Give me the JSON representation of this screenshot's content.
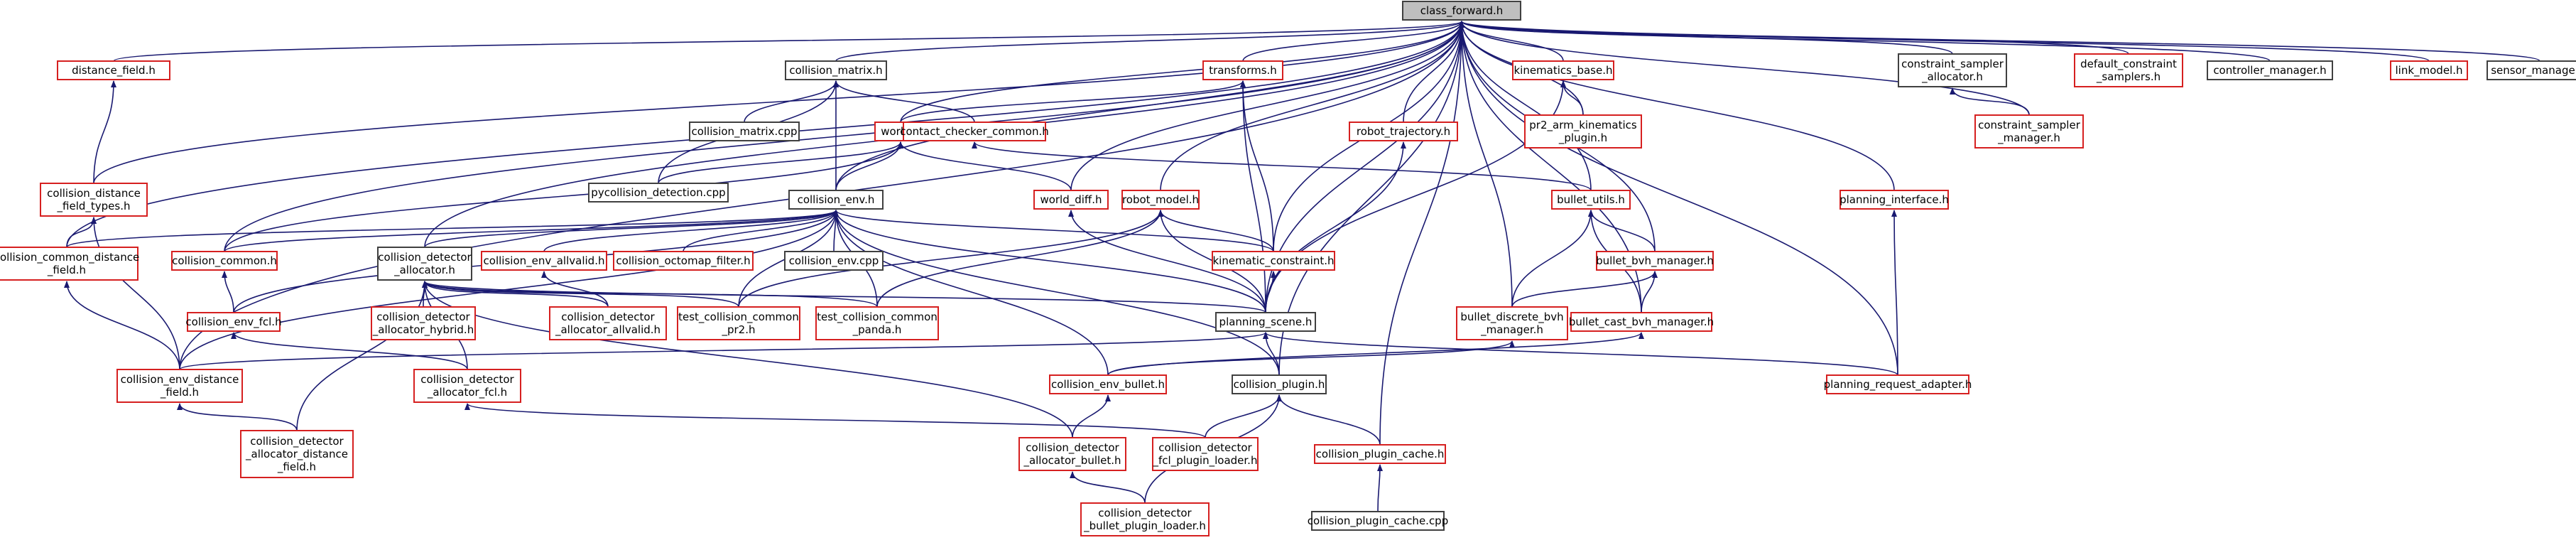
{
  "colors": {
    "edge": "#191970",
    "border_black": "#404040",
    "border_red": "#d62020",
    "root_fill": "#bfbfbf"
  },
  "nodes": [
    {
      "id": "class_forward",
      "lines": [
        "class_forward.h"
      ],
      "style": "root"
    },
    {
      "id": "distance_field",
      "lines": [
        "distance_field.h"
      ],
      "style": "red"
    },
    {
      "id": "collision_matrix",
      "lines": [
        "collision_matrix.h"
      ],
      "style": "black"
    },
    {
      "id": "transforms",
      "lines": [
        "transforms.h"
      ],
      "style": "red"
    },
    {
      "id": "kinematics_base",
      "lines": [
        "kinematics_base.h"
      ],
      "style": "red"
    },
    {
      "id": "constraint_sampler_allocator",
      "lines": [
        "constraint_sampler",
        "_allocator.h"
      ],
      "style": "black"
    },
    {
      "id": "default_constraint_samplers",
      "lines": [
        "default_constraint",
        "_samplers.h"
      ],
      "style": "red"
    },
    {
      "id": "controller_manager",
      "lines": [
        "controller_manager.h"
      ],
      "style": "black"
    },
    {
      "id": "link_model",
      "lines": [
        "link_model.h"
      ],
      "style": "red"
    },
    {
      "id": "sensor_manager",
      "lines": [
        "sensor_manager.h"
      ],
      "style": "black"
    },
    {
      "id": "collision_matrix_cpp",
      "lines": [
        "collision_matrix.cpp"
      ],
      "style": "black"
    },
    {
      "id": "world",
      "lines": [
        "world.h"
      ],
      "style": "red"
    },
    {
      "id": "contact_checker_common",
      "lines": [
        "contact_checker_common.h"
      ],
      "style": "red"
    },
    {
      "id": "robot_trajectory",
      "lines": [
        "robot_trajectory.h"
      ],
      "style": "red"
    },
    {
      "id": "pr2_arm_kinematics",
      "lines": [
        "pr2_arm_kinematics",
        "_plugin.h"
      ],
      "style": "red"
    },
    {
      "id": "constraint_sampler_manager",
      "lines": [
        "constraint_sampler",
        "_manager.h"
      ],
      "style": "red"
    },
    {
      "id": "pycollision_detection",
      "lines": [
        "pycollision_detection.cpp"
      ],
      "style": "black"
    },
    {
      "id": "collision_distance_field_types",
      "lines": [
        "collision_distance",
        "_field_types.h"
      ],
      "style": "red"
    },
    {
      "id": "collision_env",
      "lines": [
        "collision_env.h"
      ],
      "style": "black"
    },
    {
      "id": "world_diff",
      "lines": [
        "world_diff.h"
      ],
      "style": "red"
    },
    {
      "id": "robot_model",
      "lines": [
        "robot_model.h"
      ],
      "style": "red"
    },
    {
      "id": "bullet_utils",
      "lines": [
        "bullet_utils.h"
      ],
      "style": "red"
    },
    {
      "id": "planning_interface",
      "lines": [
        "planning_interface.h"
      ],
      "style": "red"
    },
    {
      "id": "collision_common_distance_field",
      "lines": [
        "collision_common_distance",
        "_field.h"
      ],
      "style": "red"
    },
    {
      "id": "collision_common",
      "lines": [
        "collision_common.h"
      ],
      "style": "red"
    },
    {
      "id": "collision_detector_allocator",
      "lines": [
        "collision_detector",
        "_allocator.h"
      ],
      "style": "black"
    },
    {
      "id": "collision_env_allvalid",
      "lines": [
        "collision_env_allvalid.h"
      ],
      "style": "red"
    },
    {
      "id": "collision_octomap_filter",
      "lines": [
        "collision_octomap_filter.h"
      ],
      "style": "red"
    },
    {
      "id": "collision_env_cpp",
      "lines": [
        "collision_env.cpp"
      ],
      "style": "black"
    },
    {
      "id": "kinematic_constraint",
      "lines": [
        "kinematic_constraint.h"
      ],
      "style": "red"
    },
    {
      "id": "bullet_bvh_manager",
      "lines": [
        "bullet_bvh_manager.h"
      ],
      "style": "red"
    },
    {
      "id": "collision_env_fcl",
      "lines": [
        "collision_env_fcl.h"
      ],
      "style": "red"
    },
    {
      "id": "collision_detector_allocator_hybrid",
      "lines": [
        "collision_detector",
        "_allocator_hybrid.h"
      ],
      "style": "red"
    },
    {
      "id": "collision_detector_allocator_allvalid",
      "lines": [
        "collision_detector",
        "_allocator_allvalid.h"
      ],
      "style": "red"
    },
    {
      "id": "test_collision_common_pr2",
      "lines": [
        "test_collision_common",
        "_pr2.h"
      ],
      "style": "red"
    },
    {
      "id": "test_collision_common_panda",
      "lines": [
        "test_collision_common",
        "_panda.h"
      ],
      "style": "red"
    },
    {
      "id": "planning_scene",
      "lines": [
        "planning_scene.h"
      ],
      "style": "black"
    },
    {
      "id": "bullet_discrete_bvh_manager",
      "lines": [
        "bullet_discrete_bvh",
        "_manager.h"
      ],
      "style": "red"
    },
    {
      "id": "bullet_cast_bvh_manager",
      "lines": [
        "bullet_cast_bvh_manager.h"
      ],
      "style": "red"
    },
    {
      "id": "collision_env_distance_field",
      "lines": [
        "collision_env_distance",
        "_field.h"
      ],
      "style": "red"
    },
    {
      "id": "collision_detector_allocator_fcl",
      "lines": [
        "collision_detector",
        "_allocator_fcl.h"
      ],
      "style": "red"
    },
    {
      "id": "collision_env_bullet",
      "lines": [
        "collision_env_bullet.h"
      ],
      "style": "red"
    },
    {
      "id": "collision_plugin",
      "lines": [
        "collision_plugin.h"
      ],
      "style": "black"
    },
    {
      "id": "planning_request_adapter",
      "lines": [
        "planning_request_adapter.h"
      ],
      "style": "red"
    },
    {
      "id": "collision_detector_allocator_distance_field",
      "lines": [
        "collision_detector",
        "_allocator_distance",
        "_field.h"
      ],
      "style": "red"
    },
    {
      "id": "collision_detector_allocator_bullet",
      "lines": [
        "collision_detector",
        "_allocator_bullet.h"
      ],
      "style": "red"
    },
    {
      "id": "collision_detector_fcl_plugin_loader",
      "lines": [
        "collision_detector",
        "_fcl_plugin_loader.h"
      ],
      "style": "red"
    },
    {
      "id": "collision_plugin_cache",
      "lines": [
        "collision_plugin_cache.h"
      ],
      "style": "red"
    },
    {
      "id": "collision_detector_bullet_plugin_loader",
      "lines": [
        "collision_detector",
        "_bullet_plugin_loader.h"
      ],
      "style": "red"
    },
    {
      "id": "collision_plugin_cache_cpp",
      "lines": [
        "collision_plugin_cache.cpp"
      ],
      "style": "black"
    }
  ],
  "edges": [
    [
      "distance_field",
      "class_forward"
    ],
    [
      "collision_matrix",
      "class_forward"
    ],
    [
      "transforms",
      "class_forward"
    ],
    [
      "kinematics_base",
      "class_forward"
    ],
    [
      "constraint_sampler_allocator",
      "class_forward"
    ],
    [
      "default_constraint_samplers",
      "class_forward"
    ],
    [
      "controller_manager",
      "class_forward"
    ],
    [
      "link_model",
      "class_forward"
    ],
    [
      "sensor_manager",
      "class_forward"
    ],
    [
      "world",
      "class_forward"
    ],
    [
      "robot_trajectory",
      "class_forward"
    ],
    [
      "pr2_arm_kinematics",
      "class_forward"
    ],
    [
      "constraint_sampler_manager",
      "class_forward"
    ],
    [
      "collision_distance_field_types",
      "class_forward"
    ],
    [
      "collision_env",
      "class_forward"
    ],
    [
      "world_diff",
      "class_forward"
    ],
    [
      "robot_model",
      "class_forward"
    ],
    [
      "bullet_utils",
      "class_forward"
    ],
    [
      "planning_interface",
      "class_forward"
    ],
    [
      "collision_common_distance_field",
      "class_forward"
    ],
    [
      "collision_common",
      "class_forward"
    ],
    [
      "collision_detector_allocator",
      "class_forward"
    ],
    [
      "kinematic_constraint",
      "class_forward"
    ],
    [
      "bullet_bvh_manager",
      "class_forward"
    ],
    [
      "planning_scene",
      "class_forward"
    ],
    [
      "bullet_discrete_bvh_manager",
      "class_forward"
    ],
    [
      "bullet_cast_bvh_manager",
      "class_forward"
    ],
    [
      "collision_env_distance_field",
      "class_forward"
    ],
    [
      "collision_plugin",
      "class_forward"
    ],
    [
      "planning_request_adapter",
      "class_forward"
    ],
    [
      "collision_plugin_cache",
      "class_forward"
    ],
    [
      "collision_distance_field_types",
      "distance_field"
    ],
    [
      "collision_matrix_cpp",
      "collision_matrix"
    ],
    [
      "pycollision_detection",
      "collision_matrix"
    ],
    [
      "collision_env",
      "collision_matrix"
    ],
    [
      "contact_checker_common",
      "collision_matrix"
    ],
    [
      "world",
      "transforms"
    ],
    [
      "kinematic_constraint",
      "transforms"
    ],
    [
      "planning_scene",
      "transforms"
    ],
    [
      "pr2_arm_kinematics",
      "kinematics_base"
    ],
    [
      "planning_scene",
      "kinematics_base"
    ],
    [
      "constraint_sampler_manager",
      "constraint_sampler_allocator"
    ],
    [
      "pycollision_detection",
      "world"
    ],
    [
      "collision_env",
      "world"
    ],
    [
      "world_diff",
      "world"
    ],
    [
      "collision_common",
      "world"
    ],
    [
      "bullet_utils",
      "contact_checker_common"
    ],
    [
      "planning_scene",
      "robot_trajectory"
    ],
    [
      "collision_common_distance_field",
      "collision_distance_field_types"
    ],
    [
      "collision_env_distance_field",
      "collision_distance_field_types"
    ],
    [
      "collision_common_distance_field",
      "collision_env"
    ],
    [
      "collision_common",
      "collision_env"
    ],
    [
      "collision_detector_allocator",
      "collision_env"
    ],
    [
      "collision_env_allvalid",
      "collision_env"
    ],
    [
      "collision_octomap_filter",
      "collision_env"
    ],
    [
      "collision_env_cpp",
      "collision_env"
    ],
    [
      "kinematic_constraint",
      "collision_env"
    ],
    [
      "collision_env_fcl",
      "collision_env"
    ],
    [
      "test_collision_common_pr2",
      "collision_env"
    ],
    [
      "test_collision_common_panda",
      "collision_env"
    ],
    [
      "planning_scene",
      "collision_env"
    ],
    [
      "collision_env_distance_field",
      "collision_env"
    ],
    [
      "collision_env_bullet",
      "collision_env"
    ],
    [
      "collision_plugin",
      "collision_env"
    ],
    [
      "planning_scene",
      "world_diff"
    ],
    [
      "kinematic_constraint",
      "robot_model"
    ],
    [
      "test_collision_common_pr2",
      "robot_model"
    ],
    [
      "test_collision_common_panda",
      "robot_model"
    ],
    [
      "planning_scene",
      "robot_model"
    ],
    [
      "bullet_bvh_manager",
      "bullet_utils"
    ],
    [
      "bullet_discrete_bvh_manager",
      "bullet_utils"
    ],
    [
      "bullet_cast_bvh_manager",
      "bullet_utils"
    ],
    [
      "planning_request_adapter",
      "planning_interface"
    ],
    [
      "collision_env_distance_field",
      "collision_common_distance_field"
    ],
    [
      "collision_env_fcl",
      "collision_common"
    ],
    [
      "collision_detector_allocator_hybrid",
      "collision_detector_allocator"
    ],
    [
      "collision_detector_allocator_allvalid",
      "collision_detector_allocator"
    ],
    [
      "collision_detector_allocator_fcl",
      "collision_detector_allocator"
    ],
    [
      "collision_detector_allocator_distance_field",
      "collision_detector_allocator"
    ],
    [
      "collision_detector_allocator_bullet",
      "collision_detector_allocator"
    ],
    [
      "planning_scene",
      "collision_detector_allocator"
    ],
    [
      "test_collision_common_pr2",
      "collision_detector_allocator"
    ],
    [
      "test_collision_common_panda",
      "collision_detector_allocator"
    ],
    [
      "collision_detector_allocator_allvalid",
      "collision_env_allvalid"
    ],
    [
      "planning_scene",
      "kinematic_constraint"
    ],
    [
      "bullet_discrete_bvh_manager",
      "bullet_bvh_manager"
    ],
    [
      "bullet_cast_bvh_manager",
      "bullet_bvh_manager"
    ],
    [
      "collision_detector_allocator_fcl",
      "collision_env_fcl"
    ],
    [
      "collision_env_distance_field",
      "planning_scene"
    ],
    [
      "collision_plugin",
      "planning_scene"
    ],
    [
      "planning_request_adapter",
      "planning_scene"
    ],
    [
      "collision_env_bullet",
      "bullet_discrete_bvh_manager"
    ],
    [
      "collision_env_bullet",
      "bullet_cast_bvh_manager"
    ],
    [
      "collision_detector_allocator_distance_field",
      "collision_env_distance_field"
    ],
    [
      "collision_detector_fcl_plugin_loader",
      "collision_detector_allocator_fcl"
    ],
    [
      "collision_detector_allocator_bullet",
      "collision_env_bullet"
    ],
    [
      "collision_detector_fcl_plugin_loader",
      "collision_plugin"
    ],
    [
      "collision_plugin_cache",
      "collision_plugin"
    ],
    [
      "collision_detector_bullet_plugin_loader",
      "collision_plugin"
    ],
    [
      "collision_detector_bullet_plugin_loader",
      "collision_detector_allocator_bullet"
    ],
    [
      "collision_plugin_cache_cpp",
      "collision_plugin_cache"
    ]
  ]
}
